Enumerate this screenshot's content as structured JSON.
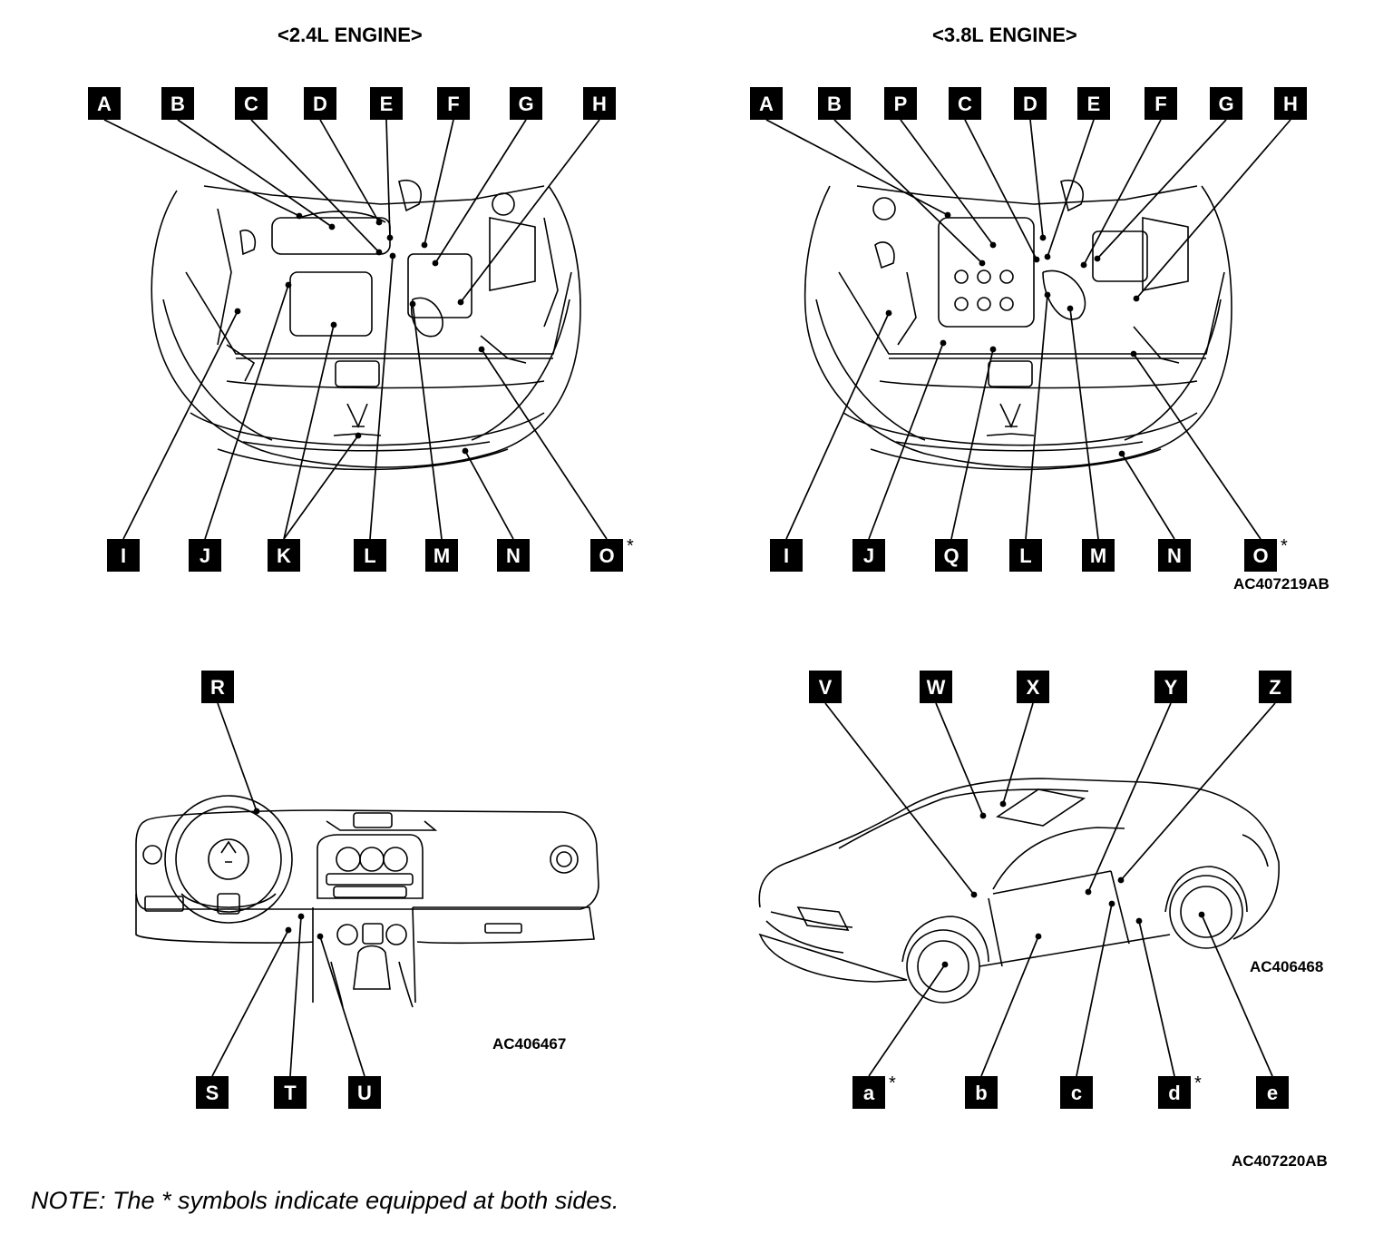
{
  "titles": {
    "engine24": "<2.4L ENGINE>",
    "engine38": "<3.8L ENGINE>"
  },
  "codes": {
    "engines": "AC407219AB",
    "dashboard": "AC406467",
    "car": "AC406468",
    "bottom": "AC407220AB"
  },
  "note": "NOTE: The * symbols indicate equipped at both sides.",
  "marker_symbol": "*",
  "panels": {
    "engine24": {
      "top_labels": [
        "A",
        "B",
        "C",
        "D",
        "E",
        "F",
        "G",
        "H"
      ],
      "bottom_labels": [
        "I",
        "J",
        "K",
        "L",
        "M",
        "N",
        "O"
      ],
      "asterisk_labels": [
        "O"
      ]
    },
    "engine38": {
      "top_labels": [
        "A",
        "B",
        "P",
        "C",
        "D",
        "E",
        "F",
        "G",
        "H"
      ],
      "bottom_labels": [
        "I",
        "J",
        "Q",
        "L",
        "M",
        "N",
        "O"
      ],
      "asterisk_labels": [
        "O"
      ]
    },
    "dashboard": {
      "top_labels": [
        "R"
      ],
      "bottom_labels": [
        "S",
        "T",
        "U"
      ],
      "asterisk_labels": []
    },
    "car": {
      "top_labels": [
        "V",
        "W",
        "X",
        "Y",
        "Z"
      ],
      "bottom_labels": [
        "a",
        "b",
        "c",
        "d",
        "e"
      ],
      "asterisk_labels": [
        "a",
        "d"
      ]
    }
  }
}
